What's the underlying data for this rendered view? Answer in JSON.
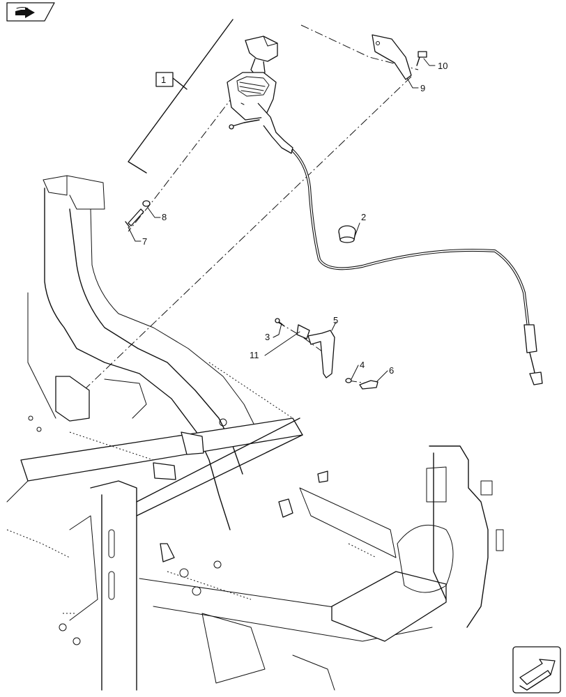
{
  "callouts": [
    {
      "id": "c1",
      "text": "1"
    },
    {
      "id": "c2",
      "text": "2"
    },
    {
      "id": "c3",
      "text": "3"
    },
    {
      "id": "c4",
      "text": "4"
    },
    {
      "id": "c5",
      "text": "5"
    },
    {
      "id": "c6",
      "text": "6"
    },
    {
      "id": "c7",
      "text": "7"
    },
    {
      "id": "c8",
      "text": "8"
    },
    {
      "id": "c9",
      "text": "9"
    },
    {
      "id": "c10",
      "text": "10"
    },
    {
      "id": "c11",
      "text": "11"
    }
  ],
  "icons": {
    "top_left": "book-arrow-icon",
    "bottom_right": "next-page-arrow-icon"
  }
}
